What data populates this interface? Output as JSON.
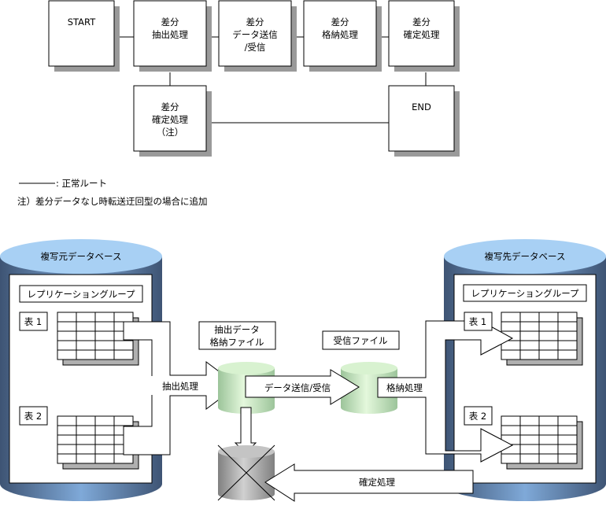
{
  "flow": {
    "boxes": [
      {
        "id": "start",
        "lines": [
          "START"
        ]
      },
      {
        "id": "extract",
        "lines": [
          "差分",
          "抽出処理"
        ]
      },
      {
        "id": "send",
        "lines": [
          "差分",
          "データ送信",
          "/受信"
        ]
      },
      {
        "id": "store",
        "lines": [
          "差分",
          "格納処理"
        ]
      },
      {
        "id": "confirm",
        "lines": [
          "差分",
          "確定処理"
        ]
      },
      {
        "id": "confirm-note",
        "lines": [
          "差分",
          "確定処理",
          "（注）"
        ]
      },
      {
        "id": "end",
        "lines": [
          "END"
        ]
      }
    ],
    "legend": ": 正常ルート",
    "note": "注）差分データなし時転送迂回型の場合に追加"
  },
  "source_db": {
    "title": "複写元データベース",
    "group_label": "レプリケーショングループ",
    "table1": "表 1",
    "table2": "表 2"
  },
  "target_db": {
    "title": "複写先データベース",
    "group_label": "レプリケーショングループ",
    "table1": "表 1",
    "table2": "表 2"
  },
  "files": {
    "extract_file": [
      "抽出データ",
      "格納ファイル"
    ],
    "receive_file": "受信ファイル"
  },
  "arrows": {
    "extract": "抽出処理",
    "send": "データ送信/受信",
    "store": "格納処理",
    "confirm": "確定処理"
  },
  "colors": {
    "shadow": "#9a9a9a",
    "db_top": "#a8d0f4",
    "db_body_dark": "#4a6080",
    "file_green": "#c8ecc0",
    "deleted_gray": "#a8a8a8"
  }
}
